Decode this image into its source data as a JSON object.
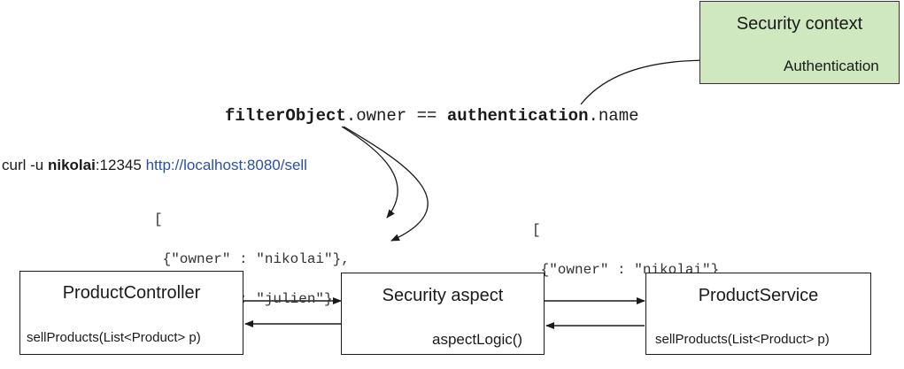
{
  "security_context": {
    "title": "Security context",
    "item": "Authentication"
  },
  "expression": {
    "part1": "filterObject",
    "part2": ".owner == ",
    "part3": "authentication",
    "part4": ".name"
  },
  "request": {
    "prefix": "curl -u ",
    "user": "nikolai",
    "password": ":12345 ",
    "url": "http://localhost:8080/sell"
  },
  "input_list": {
    "open": "[",
    "line1": " {\"owner\" : \"nikolai\"},",
    "line2": " {\"owner\" : \"julien\"}",
    "close": "]"
  },
  "output_list": {
    "open": "[",
    "line1": " {\"owner\" : \"nikolai\"}",
    "close": "]"
  },
  "product_controller": {
    "title": "ProductController",
    "method": "sellProducts(List<Product> p)"
  },
  "security_aspect": {
    "title": "Security aspect",
    "method": "aspectLogic()"
  },
  "product_service": {
    "title": "ProductService",
    "method": "sellProducts(List<Product> p)"
  }
}
